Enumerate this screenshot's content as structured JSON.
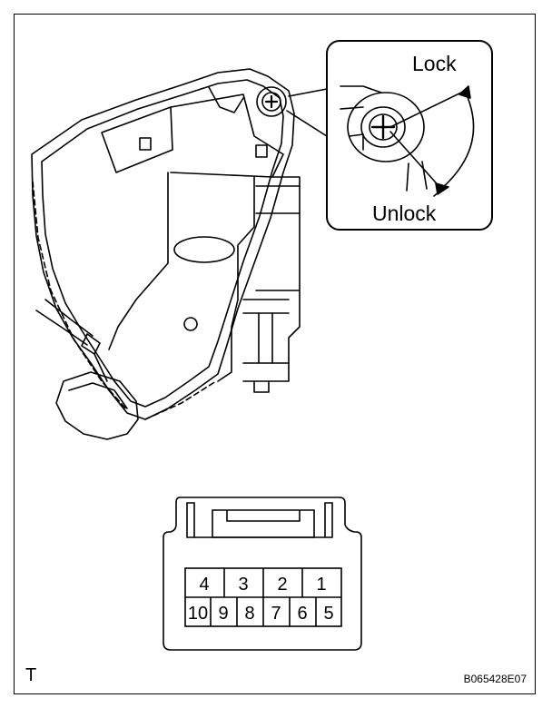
{
  "callout": {
    "lock_label": "Lock",
    "unlock_label": "Unlock"
  },
  "connector": {
    "top_row": [
      "4",
      "3",
      "2",
      "1"
    ],
    "bottom_row": [
      "10",
      "9",
      "8",
      "7",
      "6",
      "5"
    ]
  },
  "footer": {
    "corner_mark": "T",
    "figure_code": "B065428E07"
  }
}
